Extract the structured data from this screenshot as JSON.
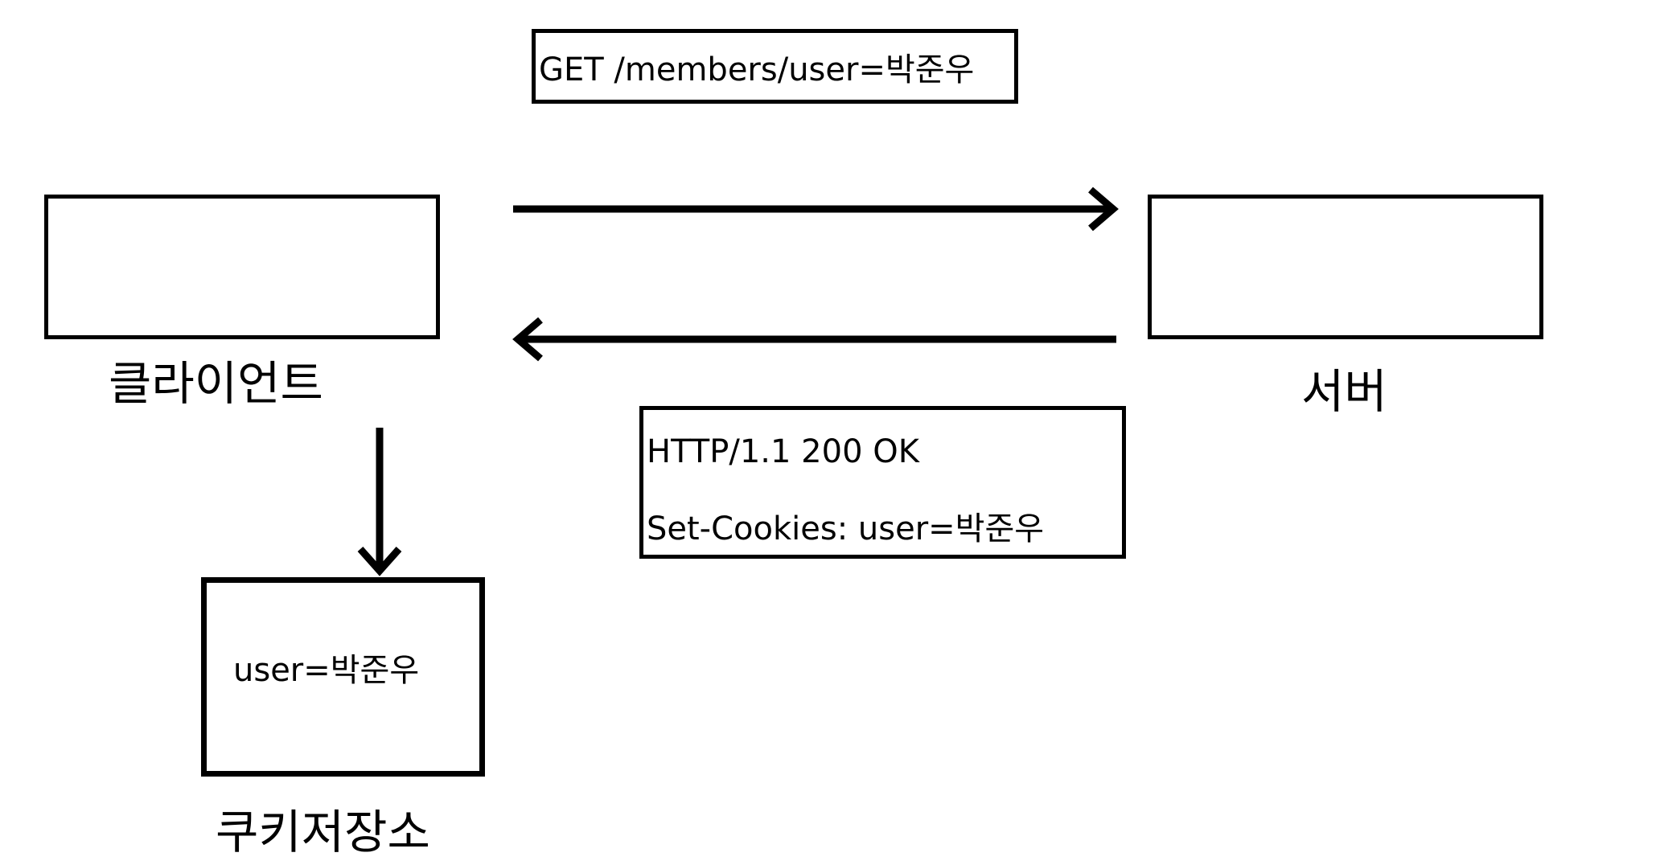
{
  "request": {
    "text": "GET /members/user=박준우"
  },
  "client": {
    "label": "클라이언트"
  },
  "server": {
    "label": "서버"
  },
  "response": {
    "status_line": "HTTP/1.1 200 OK",
    "header_line": "Set-Cookies: user=박준우"
  },
  "cookie_store": {
    "label": "쿠키저장소",
    "content": "user=박준우"
  }
}
